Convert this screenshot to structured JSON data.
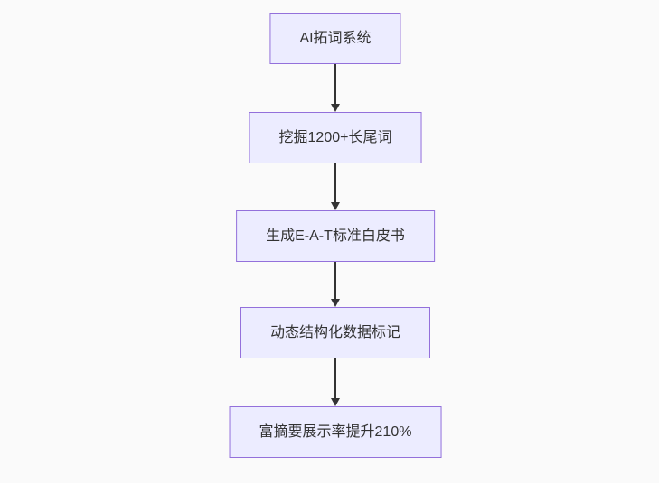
{
  "page": {
    "background": "#fafafa"
  },
  "flowchart": {
    "type": "flowchart-top-down",
    "nodes": [
      {
        "id": "ai-word-expansion",
        "label": "AI拓词系统"
      },
      {
        "id": "longtail-mining",
        "label": "挖掘1200+长尾词"
      },
      {
        "id": "eat-whitepaper",
        "label": "生成E-A-T标准白皮书"
      },
      {
        "id": "structured-data",
        "label": "动态结构化数据标记"
      },
      {
        "id": "rich-snippet-result",
        "label": "富摘要展示率提升210%"
      }
    ],
    "edges": [
      {
        "from": 0,
        "to": 1
      },
      {
        "from": 1,
        "to": 2
      },
      {
        "from": 2,
        "to": 3
      },
      {
        "from": 3,
        "to": 4
      }
    ],
    "colors": {
      "node_fill": "#ececff",
      "node_border": "#9370db",
      "node_text": "#333333",
      "arrow": "#333333"
    }
  }
}
